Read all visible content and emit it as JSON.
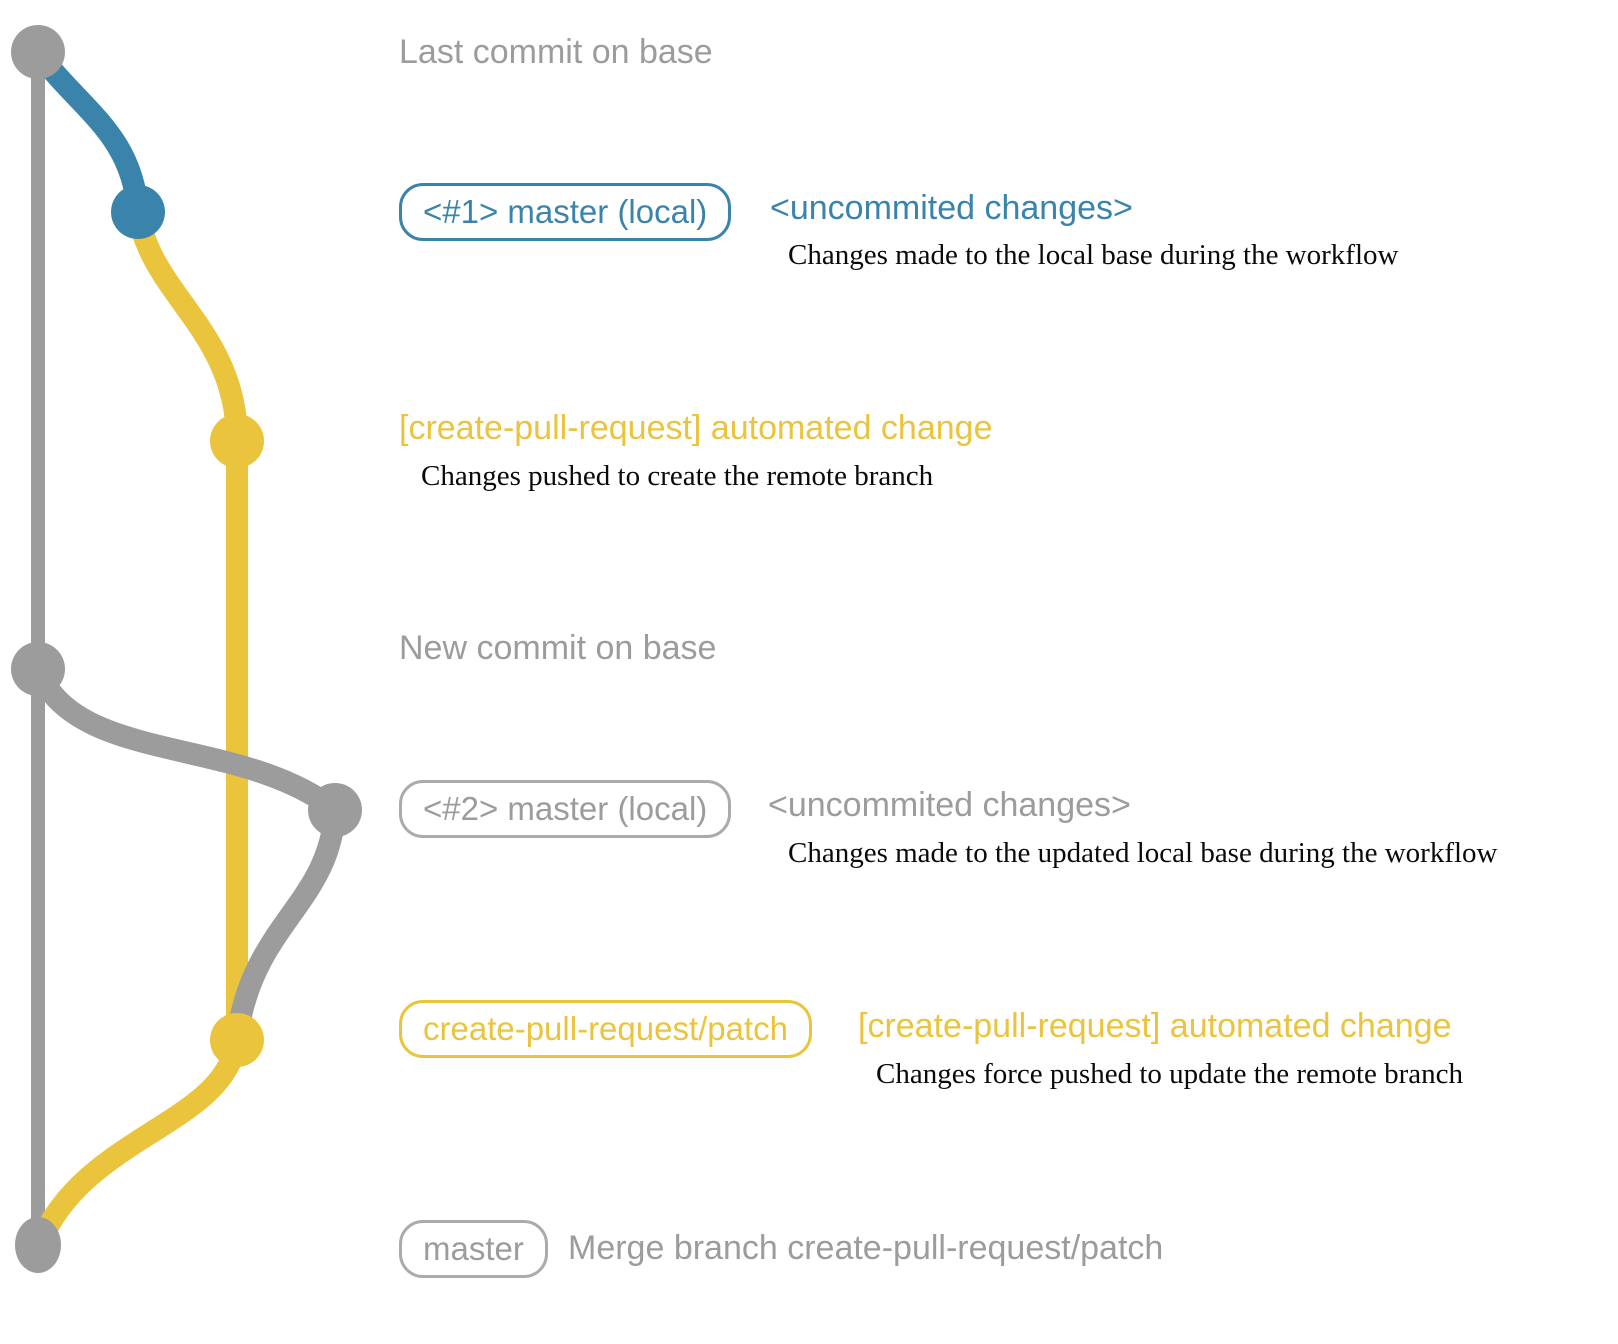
{
  "diagram_title": "create-pull-request workflow git graph",
  "colors": {
    "gray": "#9C9C9C",
    "gray_border": "#ABABAB",
    "blue": "#3A84AB",
    "yellow": "#EAC43D",
    "serif_text": "#0a0a0a",
    "background": "#ffffff"
  },
  "graph": {
    "branches": [
      {
        "name": "base (master remote)",
        "color": "#9C9C9C"
      },
      {
        "name": "master (local) #1",
        "color": "#3A84AB"
      },
      {
        "name": "create-pull-request/patch",
        "color": "#EAC43D"
      },
      {
        "name": "master (local) #2",
        "color": "#9C9C9C"
      }
    ],
    "nodes": [
      {
        "id": "last-commit-on-base",
        "color": "#9C9C9C"
      },
      {
        "id": "local-master-1-commit",
        "color": "#3A84AB"
      },
      {
        "id": "patch-branch-commit-1",
        "color": "#EAC43D"
      },
      {
        "id": "new-commit-on-base",
        "color": "#9C9C9C"
      },
      {
        "id": "local-master-2-commit",
        "color": "#9C9C9C"
      },
      {
        "id": "patch-branch-commit-2",
        "color": "#EAC43D"
      },
      {
        "id": "merge-commit",
        "color": "#9C9C9C"
      }
    ]
  },
  "labels": {
    "row1": {
      "text": "Last commit on base"
    },
    "row2": {
      "badge": "<#1> master (local)",
      "note": "<uncommited changes>",
      "desc": "Changes made to the local base during the workflow"
    },
    "row3": {
      "note": "[create-pull-request] automated change",
      "desc": "Changes pushed to create the remote branch"
    },
    "row4": {
      "text": "New commit on base"
    },
    "row5": {
      "badge": "<#2> master (local)",
      "note": "<uncommited changes>",
      "desc": "Changes made to the updated local base during the workflow"
    },
    "row6": {
      "badge": "create-pull-request/patch",
      "note": "[create-pull-request] automated change",
      "desc": "Changes force pushed to update the remote branch"
    },
    "row7": {
      "badge": "master",
      "note": "Merge branch create-pull-request/patch"
    }
  }
}
